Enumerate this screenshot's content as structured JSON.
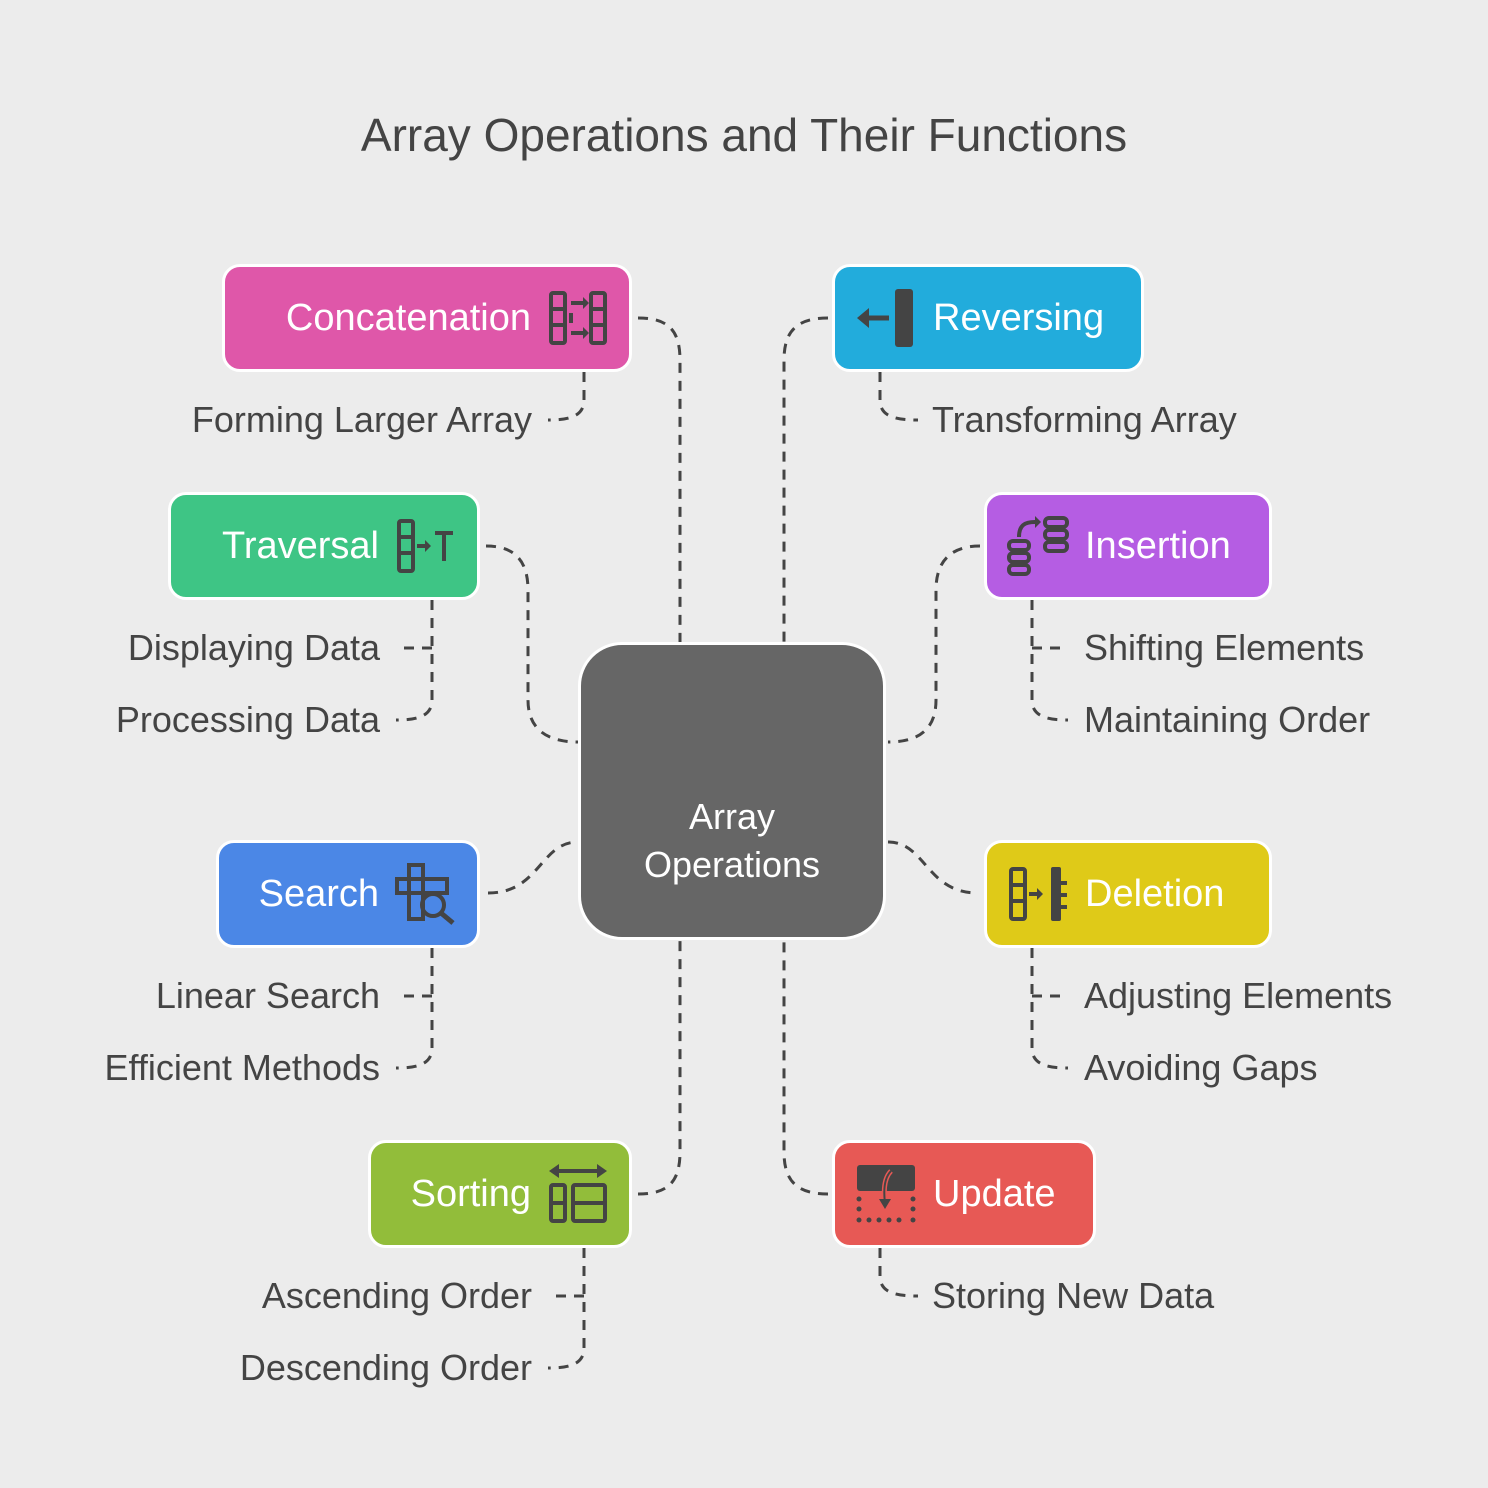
{
  "title": "Array Operations and Their Functions",
  "center": {
    "label": "Array Operations"
  },
  "colors": {
    "background": "#ececec",
    "center": "#666666",
    "concatenation": "#df57a9",
    "reversing": "#22acdc",
    "traversal": "#3ec585",
    "insertion": "#b55de3",
    "search": "#4b87e6",
    "deletion": "#dfca18",
    "sorting": "#92bd3a",
    "update": "#e75955",
    "icon": "#444444",
    "text": "#444444"
  },
  "operations": {
    "concatenation": {
      "label": "Concatenation",
      "icon": "merge-columns-icon",
      "functions": [
        "Forming Larger Array"
      ]
    },
    "reversing": {
      "label": "Reversing",
      "icon": "arrow-to-bar-icon",
      "functions": [
        "Transforming Array"
      ]
    },
    "traversal": {
      "label": "Traversal",
      "icon": "column-to-text-icon",
      "functions": [
        "Displaying Data",
        "Processing Data"
      ]
    },
    "insertion": {
      "label": "Insertion",
      "icon": "stack-insert-icon",
      "functions": [
        "Shifting Elements",
        "Maintaining Order"
      ]
    },
    "search": {
      "label": "Search",
      "icon": "grid-search-icon",
      "functions": [
        "Linear Search",
        "Efficient Methods"
      ]
    },
    "deletion": {
      "label": "Deletion",
      "icon": "column-delete-icon",
      "functions": [
        "Adjusting Elements",
        "Avoiding Gaps"
      ]
    },
    "sorting": {
      "label": "Sorting",
      "icon": "grid-sort-icon",
      "functions": [
        "Ascending Order",
        "Descending Order"
      ]
    },
    "update": {
      "label": "Update",
      "icon": "edit-cell-icon",
      "functions": [
        "Storing New Data"
      ]
    }
  }
}
